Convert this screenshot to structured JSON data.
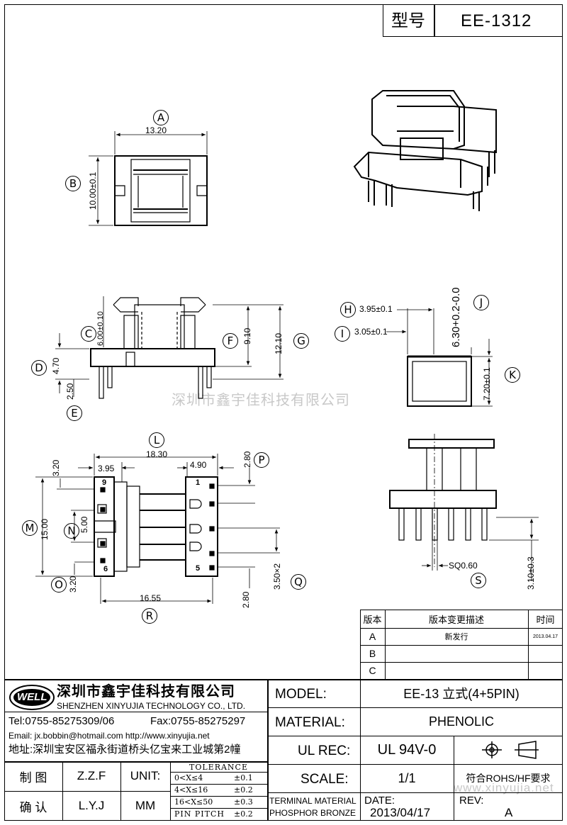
{
  "header": {
    "model_label": "型号",
    "model_value": "EE-1312"
  },
  "watermark": {
    "company": "深圳市鑫宇佳科技有限公司",
    "url": "www.xinyujia.net"
  },
  "labels": {
    "A": "A",
    "B": "B",
    "C": "C",
    "D": "D",
    "E": "E",
    "F": "F",
    "G": "G",
    "H": "H",
    "I": "I",
    "J": "J",
    "K": "K",
    "L": "L",
    "M": "M",
    "N": "N",
    "O": "O",
    "P": "P",
    "Q": "Q",
    "R": "R",
    "S": "S"
  },
  "dims": {
    "a": "13.20",
    "b": "10.00±0.1",
    "c": "6.00±0.10",
    "d": "4.70",
    "e": "2.50",
    "f": "9.10",
    "g": "12.10",
    "h": "3.95±0.1",
    "i": "3.05±0.1",
    "j": "6.30+0.2-0.0",
    "k": "7.20±0.1",
    "l": "18.30",
    "l_left": "3.95",
    "l_right": "4.90",
    "m": "15.00",
    "n": "5.00",
    "o": "3.20",
    "m_top": "3.20",
    "p": "2.80",
    "q": "3.50×2",
    "q_bottom": "2.80",
    "r": "16.55",
    "s": "SQ0.60",
    "s_height": "3.10±0.3",
    "pin_9": "9",
    "pin_6": "6",
    "pin_1": "1",
    "pin_5": "5"
  },
  "revision_table": {
    "headers": [
      "版本",
      "版本变更描述",
      "时间"
    ],
    "rows": [
      {
        "rev": "A",
        "desc": "新发行",
        "date": "2013.04.17"
      },
      {
        "rev": "B",
        "desc": "",
        "date": ""
      },
      {
        "rev": "C",
        "desc": "",
        "date": ""
      }
    ]
  },
  "company": {
    "logo_text": "WELL",
    "name_cn": "深圳市鑫宇佳科技有限公司",
    "name_en": "SHENZHEN XINYUJIA TECHNOLOGY CO., LTD.",
    "tel": "Tel:0755-85275309/06",
    "fax": "Fax:0755-85275297",
    "email": "Email: jx.bobbin@hotmail.com http://www.xinyujia.net",
    "address": "地址:深圳宝安区福永街道桥头亿宝来工业城第2幢"
  },
  "title_block": {
    "model_label": "MODEL:",
    "model_value": "EE-13 立式(4+5PIN)",
    "material_label": "MATERIAL:",
    "material_value": "PHENOLIC",
    "ulrec_label": "UL REC:",
    "ulrec_value": "UL 94V-0",
    "scale_label": "SCALE:",
    "scale_value": "1/1",
    "rohs": "符合ROHS/HF要求",
    "terminal_label": "TERMINAL MATERIAL",
    "terminal_value": "PHOSPHOR BRONZE",
    "date_label": "DATE:",
    "date_value": "2013/04/17",
    "rev_label": "REV:",
    "rev_value": "A",
    "draw_label": "制 图",
    "draw_value": "Z.Z.F",
    "check_label": "确 认",
    "check_value": "L.Y.J",
    "unit_label": "UNIT:",
    "unit_value": "MM",
    "tolerance_label": "TOLERANCE",
    "tolerance_rows": [
      {
        "range": "0<X≤4",
        "tol": "±0.1"
      },
      {
        "range": "4<X≤16",
        "tol": "±0.2"
      },
      {
        "range": "16<X≤50",
        "tol": "±0.3"
      },
      {
        "range": "PIN PITCH",
        "tol": "±0.2"
      }
    ]
  }
}
